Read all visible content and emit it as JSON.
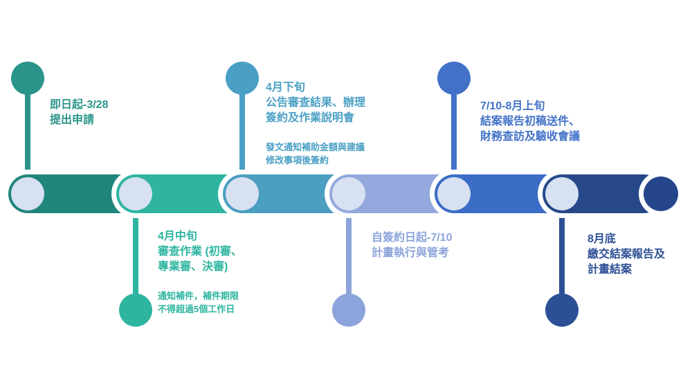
{
  "colors": {
    "background": "#ffffff",
    "track1": "#20857A",
    "track2": "#2FB4A0",
    "track3": "#4C9EC1",
    "track4": "#93A9DD",
    "track5": "#3B6CC6",
    "track6": "#264889",
    "node1": "#2A948A",
    "node2": "#2DB5A0",
    "node3": "#4A9FC4",
    "node4": "#8CA4DB",
    "node5": "#4272C8",
    "node6": "#2D4F95",
    "junction": "#D7E1F1",
    "terminal": "#26468C"
  },
  "timeline": {
    "segment_count": 6,
    "junction_count": 6,
    "direction": "left-to-right"
  },
  "milestones": [
    {
      "id": "apply",
      "position": "top",
      "date": "即日起-3/28",
      "lines": [
        "即日起-3/28",
        "提出申請"
      ],
      "note_lines": []
    },
    {
      "id": "review",
      "position": "bottom",
      "date": "4月中旬",
      "lines": [
        "4月中旬",
        "審查作業 (初審、",
        "專業審、決審)"
      ],
      "note_lines": [
        "通知補件，補件期限",
        "不得超過5個工作日"
      ]
    },
    {
      "id": "announce-sign",
      "position": "top",
      "date": "4月下旬",
      "lines": [
        "4月下旬",
        "公告審查結果、辦理",
        "簽約及作業說明會"
      ],
      "note_lines": [
        "發文通知補助金額與建議",
        "修改事項後簽約"
      ]
    },
    {
      "id": "execution",
      "position": "bottom",
      "date": "自簽約日起-7/10",
      "lines": [
        "自簽約日起-7/10",
        "計畫執行與管考"
      ],
      "note_lines": []
    },
    {
      "id": "final-report",
      "position": "top",
      "date": "7/10-8月上旬",
      "lines": [
        "7/10-8月上旬",
        "結案報告初稿送件、",
        "財務查訪及驗收會議"
      ],
      "note_lines": []
    },
    {
      "id": "closure",
      "position": "bottom",
      "date": "8月底",
      "lines": [
        "8月底",
        "繳交結案報告及",
        "計畫結案"
      ],
      "note_lines": []
    }
  ]
}
